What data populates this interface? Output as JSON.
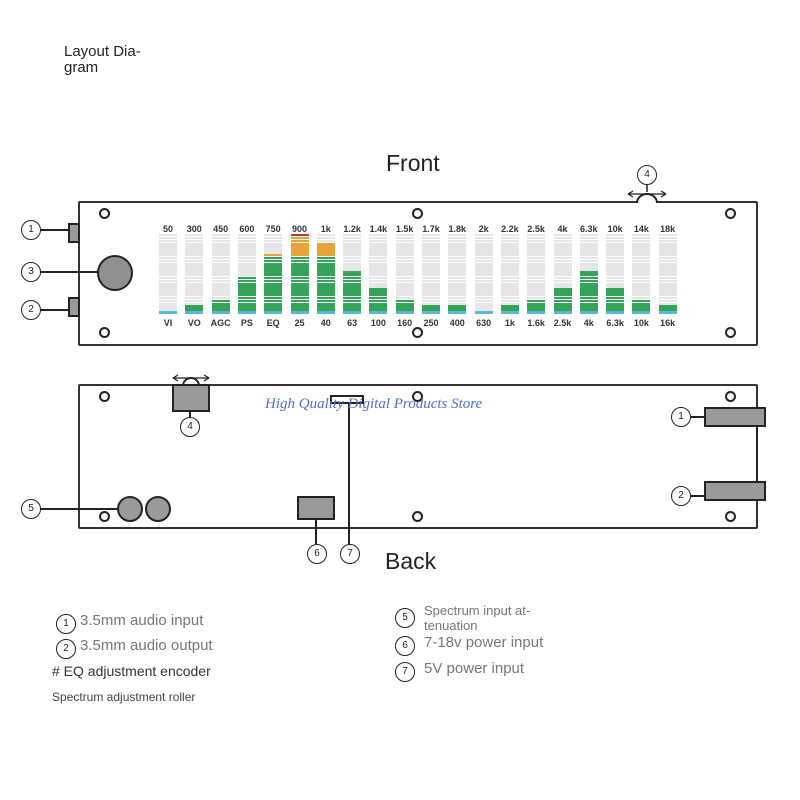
{
  "title": "Layout Dia-\ngram",
  "front": {
    "label": "Front",
    "freq_top": [
      "50",
      "300",
      "450",
      "600",
      "750",
      "900",
      "1k",
      "1.2k",
      "1.4k",
      "1.5k",
      "1.7k",
      "1.8k",
      "2k",
      "2.2k",
      "2.5k",
      "4k",
      "6.3k",
      "10k",
      "14k",
      "18k"
    ],
    "freq_bottom": [
      "VI",
      "VO",
      "AGC",
      "PS",
      "EQ",
      "25",
      "40",
      "63",
      "100",
      "160",
      "250",
      "400",
      "630",
      "1k",
      "1.6k",
      "2.5k",
      "4k",
      "6.3k",
      "10k",
      "16k"
    ],
    "levels": [
      1,
      3,
      5,
      13,
      21,
      28,
      25,
      15,
      9,
      5,
      3,
      3,
      1,
      3,
      5,
      9,
      15,
      9,
      5,
      3
    ],
    "segments": 28,
    "callouts": {
      "c1": "1",
      "c2": "2",
      "c3": "3",
      "c4": "4"
    }
  },
  "back": {
    "label": "Back",
    "callouts": {
      "c1": "1",
      "c2": "2",
      "c4": "4",
      "c5": "5",
      "c6": "6",
      "c7": "7"
    }
  },
  "watermark": "High Quality Digital Products Store",
  "legend": {
    "n1": "1",
    "t1": "3.5mm audio input",
    "n2": "2",
    "t2": "3.5mm audio output",
    "t3": "# EQ adjustment encoder",
    "t4": "Spectrum adjustment roller",
    "n5": "5",
    "t5": "Spectrum input at-\ntenuation",
    "n6": "6",
    "t6": "7-18v power input",
    "n7": "7",
    "t7": "5V power input"
  },
  "colors": {
    "green": "#35a35a",
    "orange": "#e8a23a",
    "red": "#c0392b",
    "cyan": "#58b9d6",
    "grey": "#e6e6e6",
    "accent": "#4f6fd0"
  }
}
